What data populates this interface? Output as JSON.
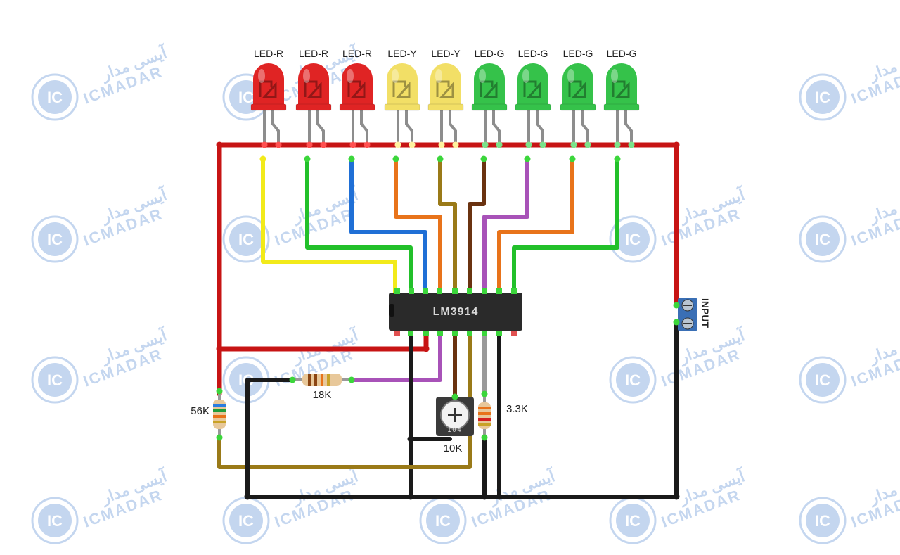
{
  "leds": [
    {
      "label": "LED-R",
      "color": "#e02424",
      "pin": "#ff5050",
      "wire": "#f2ea1a"
    },
    {
      "label": "LED-R",
      "color": "#e02424",
      "pin": "#ff5050",
      "wire": "#22c02a"
    },
    {
      "label": "LED-R",
      "color": "#e02424",
      "pin": "#ff5050",
      "wire": "#1f6fd6"
    },
    {
      "label": "LED-Y",
      "color": "#f2df66",
      "pin": "#fff3a0",
      "wire": "#e8731a"
    },
    {
      "label": "LED-Y",
      "color": "#f2df66",
      "pin": "#fff3a0",
      "wire": "#9a7a18"
    },
    {
      "label": "LED-G",
      "color": "#35c24a",
      "pin": "#7be28a",
      "wire": "#6a3210"
    },
    {
      "label": "LED-G",
      "color": "#35c24a",
      "pin": "#7be28a",
      "wire": "#a852b8"
    },
    {
      "label": "LED-G",
      "color": "#35c24a",
      "pin": "#7be28a",
      "wire": "#e8731a"
    },
    {
      "label": "LED-G",
      "color": "#35c24a",
      "pin": "#7be28a",
      "wire": "#22c02a"
    }
  ],
  "ic": {
    "label": "LM3914"
  },
  "resistors": {
    "r56k": {
      "label": "56K"
    },
    "r18k": {
      "label": "18K"
    },
    "r33k": {
      "label": "3.3K"
    }
  },
  "pot": {
    "label": "10K",
    "marking": "104"
  },
  "terminal": {
    "label": "INPUT"
  },
  "watermark": {
    "latin": "ICMADAR",
    "persian": "آیسی مدار",
    "logo": "IC"
  },
  "colors": {
    "red_wire": "#c71414",
    "black_wire": "#1a1a1a",
    "ic_body": "#2a2a2a",
    "terminal": "#3a6fb5",
    "pin_green": "#3bd63b"
  }
}
